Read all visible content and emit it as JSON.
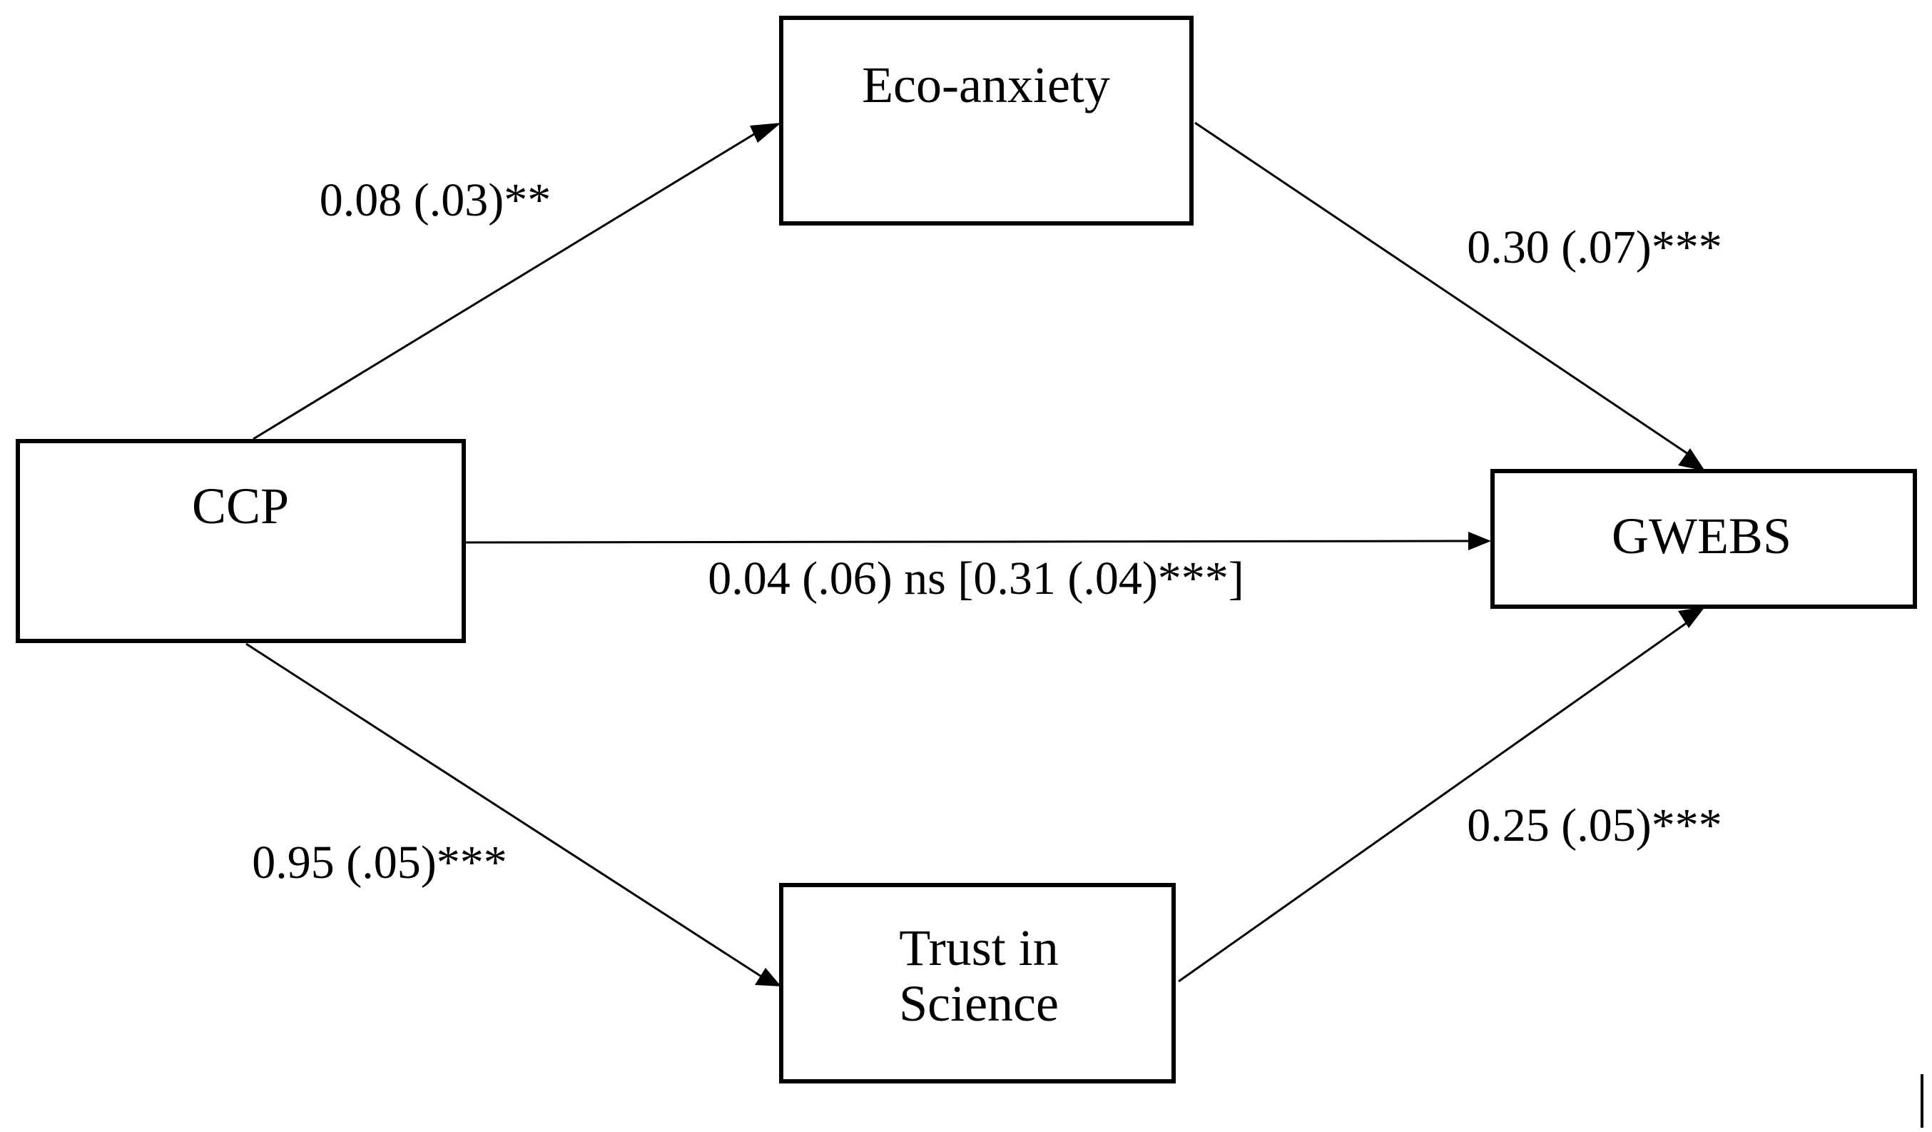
{
  "nodes": {
    "ccp": {
      "label": "CCP"
    },
    "eco_anxiety": {
      "label": "Eco-anxiety"
    },
    "trust_in_science": {
      "label_line1": "Trust in",
      "label_line2": "Science"
    },
    "gwebs": {
      "label": "GWEBS"
    }
  },
  "paths": {
    "ccp_to_eco_anxiety": "0.08 (.03)**",
    "eco_anxiety_to_gwebs": "0.30 (.07)***",
    "ccp_to_gwebs": "0.04 (.06) ns [0.31 (.04)***]",
    "ccp_to_trust_in_science": "0.95 (.05)***",
    "trust_in_science_to_gwebs": "0.25 (.05)***"
  },
  "colors": {
    "stroke": "#000000",
    "background": "#ffffff"
  }
}
